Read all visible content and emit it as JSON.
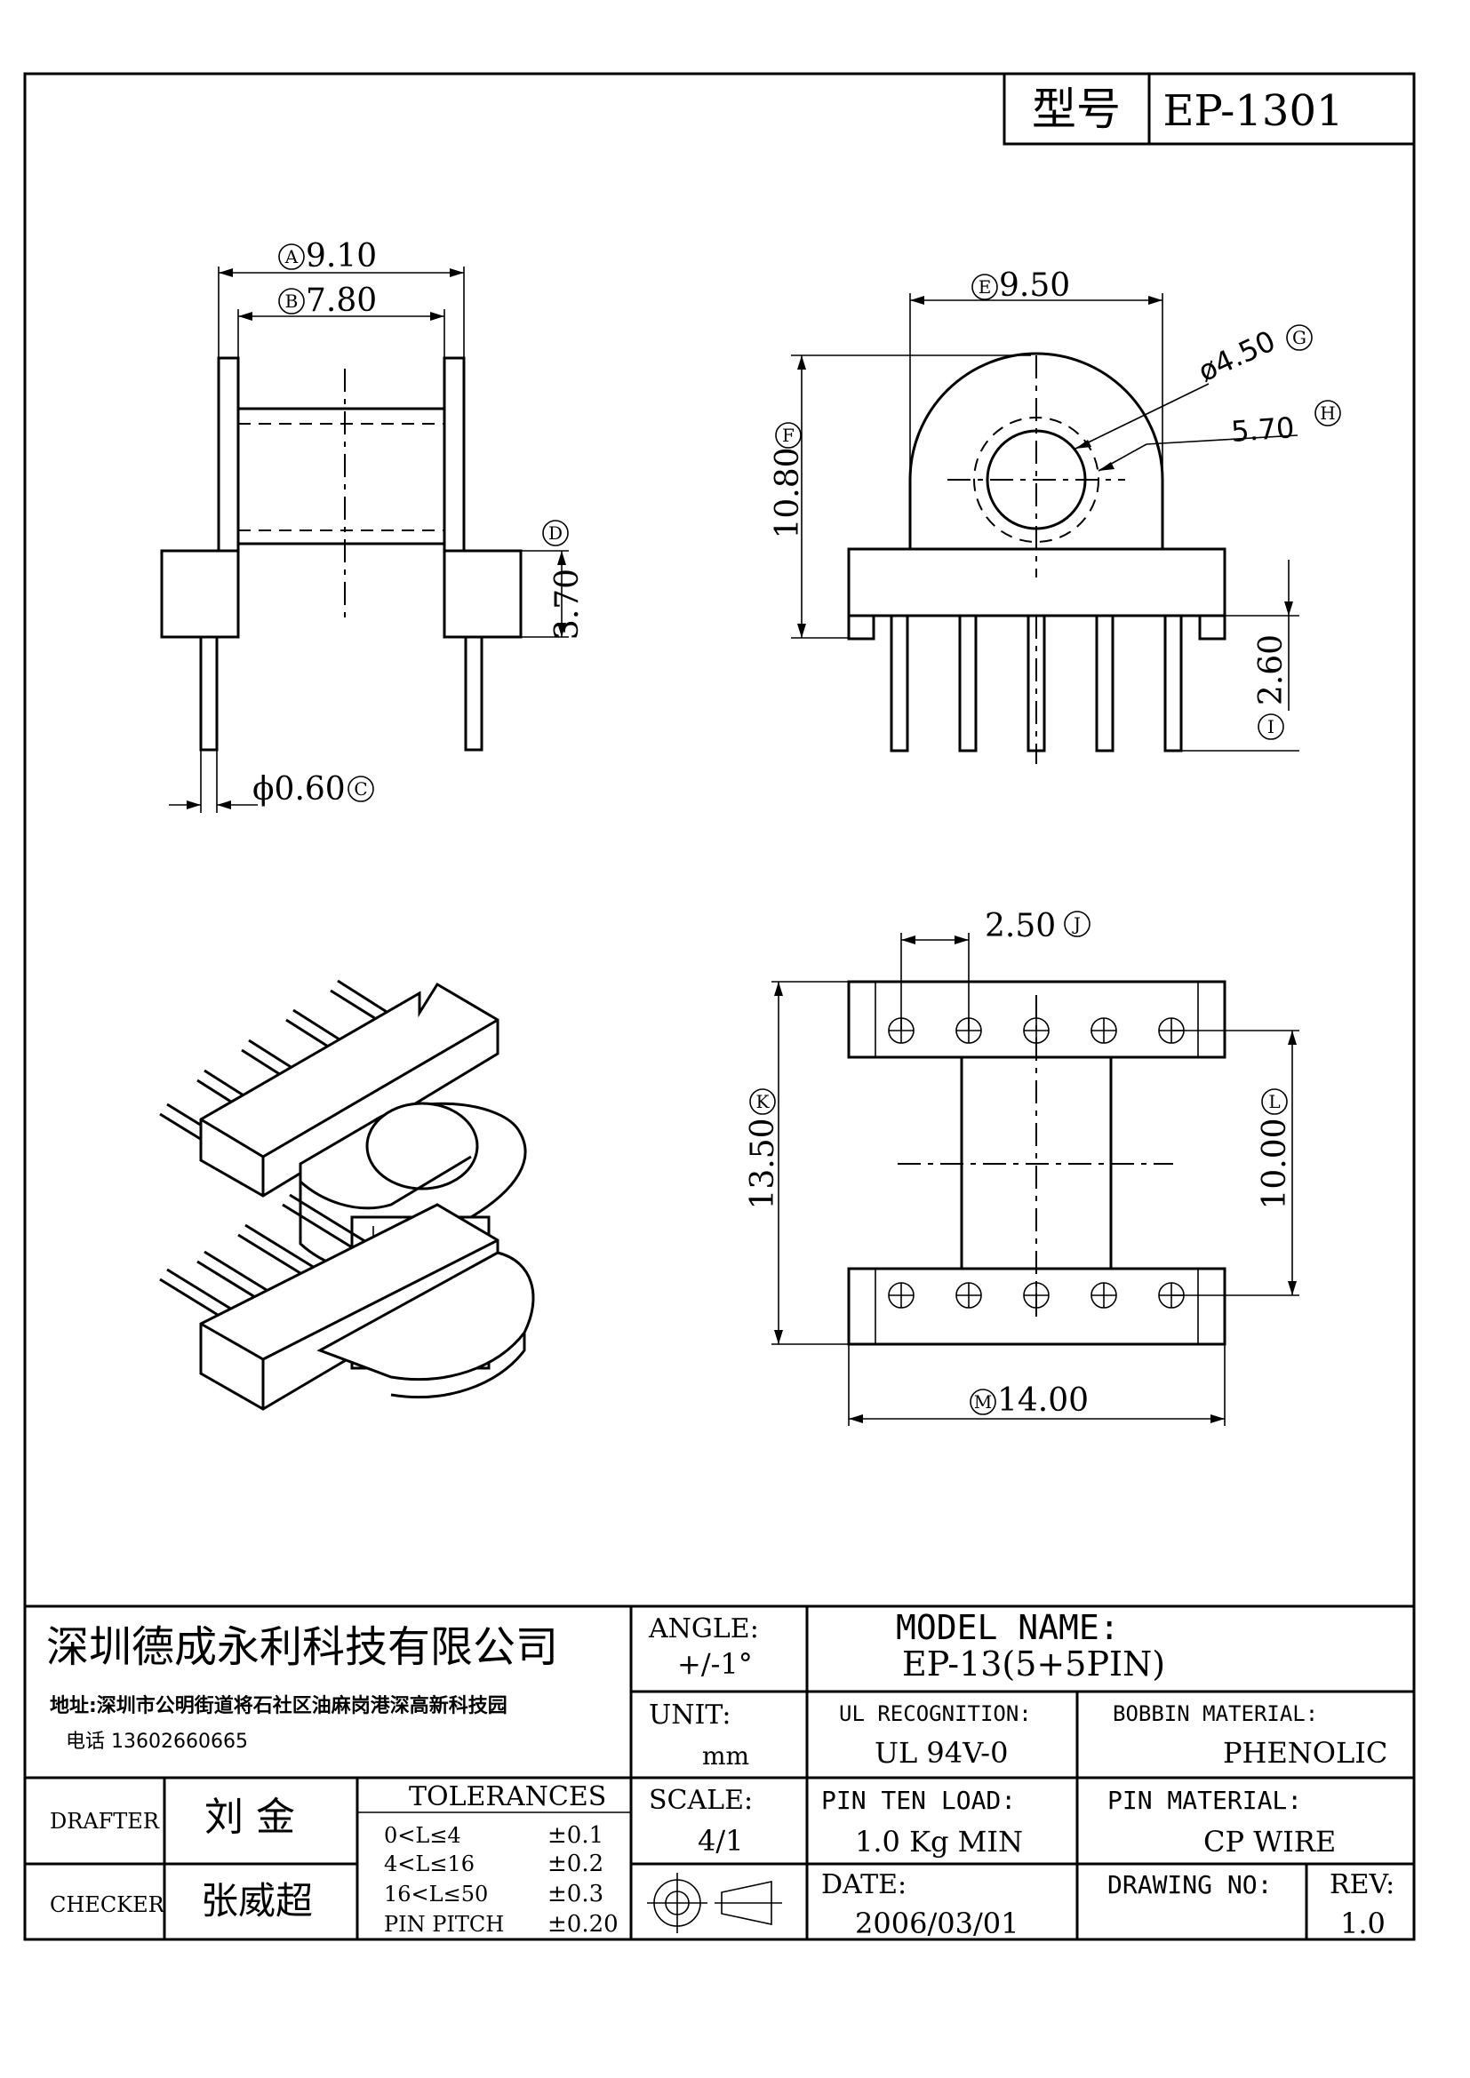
{
  "header": {
    "model_label": "型号",
    "model_value": "EP-1301"
  },
  "dims": {
    "A": "9.10",
    "A_mark": "A",
    "B": "7.80",
    "B_mark": "B",
    "C": "ϕ0.60",
    "C_mark": "C",
    "D": "3.70",
    "D_mark": "D",
    "E": "9.50",
    "E_mark": "E",
    "F": "10.80",
    "F_mark": "F",
    "G": "ø4.50",
    "G_mark": "G",
    "H": "5.70",
    "H_mark": "H",
    "I": "2.60",
    "I_mark": "I",
    "J": "2.50",
    "J_mark": "J",
    "K": "13.50",
    "K_mark": "K",
    "L": "10.00",
    "L_mark": "L",
    "M": "14.00",
    "M_mark": "M"
  },
  "title_block": {
    "company": "深圳德成永利科技有限公司",
    "address": "地址:深圳市公明街道将石社区油麻岗港深高新科技园",
    "phone": "电话 13602660665",
    "angle_label": "ANGLE:",
    "angle_value": "+/-1°",
    "model_name_label": "MODEL NAME:",
    "model_name_value": "EP-13(5+5PIN)",
    "unit_label": "UNIT:",
    "unit_value": "mm",
    "ul_label": "UL RECOGNITION:",
    "ul_value": "UL 94V-0",
    "bobbin_label": "BOBBIN MATERIAL:",
    "bobbin_value": "PHENOLIC",
    "drafter_label": "DRAFTER",
    "drafter_value": "刘 金",
    "checker_label": "CHECKER",
    "checker_value": "张威超",
    "tolerances_label": "TOLERANCES",
    "tolerances": [
      {
        "range": "0<L≤4",
        "value": "±0.1"
      },
      {
        "range": "4<L≤16",
        "value": "±0.2"
      },
      {
        "range": "16<L≤50",
        "value": "±0.3"
      },
      {
        "range": "PIN PITCH",
        "value": "±0.20"
      }
    ],
    "scale_label": "SCALE:",
    "scale_value": "4/1",
    "pin_load_label": "PIN TEN LOAD:",
    "pin_load_value": "1.0 Kg MIN",
    "pin_material_label": "PIN MATERIAL:",
    "pin_material_value": "CP WIRE",
    "date_label": "DATE:",
    "date_value": "2006/03/01",
    "drawing_no_label": "DRAWING NO:",
    "drawing_no_value": "",
    "rev_label": "REV:",
    "rev_value": "1.0"
  }
}
